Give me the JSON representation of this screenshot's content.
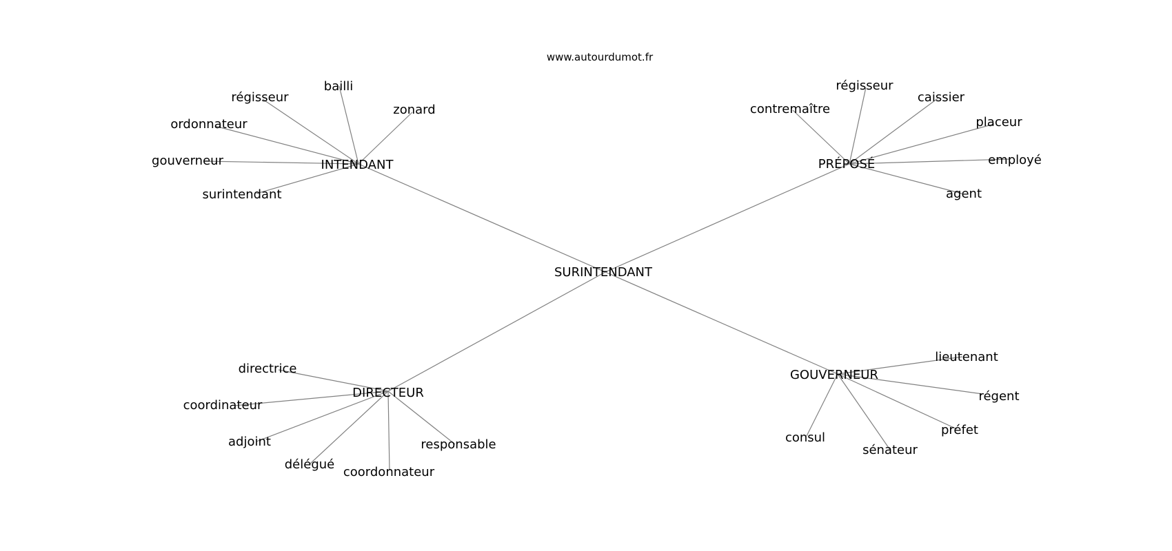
{
  "source": "www.autourdumot.fr",
  "center": "SURINTENDANT",
  "groups": [
    {
      "label": "INTENDANT",
      "words": [
        "bailli",
        "régisseur",
        "zonard",
        "ordonnateur",
        "gouverneur",
        "surintendant"
      ]
    },
    {
      "label": "PRÉPOSÉ",
      "words": [
        "régisseur",
        "caissier",
        "contremaître",
        "placeur",
        "employé",
        "agent"
      ]
    },
    {
      "label": "DIRECTEUR",
      "words": [
        "directrice",
        "coordinateur",
        "adjoint",
        "délégué",
        "coordonnateur",
        "responsable"
      ]
    },
    {
      "label": "GOUVERNEUR",
      "words": [
        "lieutenant",
        "régent",
        "préfet",
        "sénateur",
        "consul"
      ]
    }
  ],
  "colors": {
    "edge": "#808080",
    "text": "#000000",
    "background": "#ffffff"
  }
}
